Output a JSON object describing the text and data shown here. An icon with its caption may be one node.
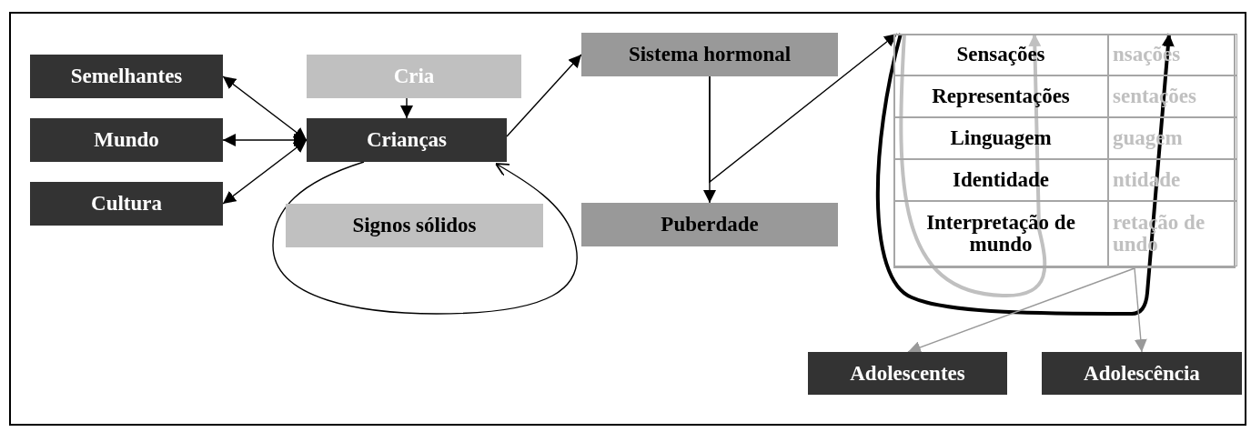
{
  "diagram": {
    "nodes": [
      {
        "text": [
          "Semelhantes"
        ]
      },
      {
        "text": [
          "Mundo"
        ]
      },
      {
        "text": [
          "Cultura"
        ]
      },
      {
        "text": [
          "Cria"
        ]
      },
      {
        "text": [
          "Crianças"
        ]
      },
      {
        "text": [
          "Signos sólidos"
        ]
      },
      {
        "text": [
          "Sistema hormonal"
        ]
      },
      {
        "text": [
          "Puberdade"
        ]
      },
      {
        "text": [],
        "shape": "box"
      },
      {
        "text": [
          "Adolescentes"
        ]
      },
      {
        "text": [
          "Adolescência"
        ]
      }
    ],
    "edges": [
      {
        "from": 0,
        "to": 4,
        "arrow": "both"
      },
      {
        "from": 1,
        "to": 4,
        "arrow": "both"
      },
      {
        "from": 2,
        "to": 4,
        "arrow": "both"
      },
      {
        "from": 3,
        "to": 4,
        "arrow": "to"
      },
      {
        "from": 4,
        "to": 6,
        "arrow": "to"
      },
      {
        "from": 4,
        "to": 4,
        "arrow": "to"
      },
      {
        "from": 6,
        "to": 7,
        "arrow": "to"
      },
      {
        "from": 6,
        "to": 8,
        "arrow": "to"
      },
      {
        "from": 8,
        "to": 8,
        "arrow": "to",
        "style": "thick"
      },
      {
        "from": 8,
        "to": 8,
        "arrow": "to",
        "style": "thick",
        "color": "#c0c0c0"
      },
      {
        "from": 8,
        "to": 9,
        "arrow": "to",
        "color": "#999999"
      },
      {
        "from": 8,
        "to": 10,
        "arrow": "to",
        "color": "#999999"
      }
    ],
    "labels": [
      "Sensações",
      "nsações",
      "Representações",
      "sentações",
      "Linguagem",
      "guagem",
      "Identidade",
      "ntidade",
      "Interpretação de mundo",
      "retação de undo"
    ]
  }
}
